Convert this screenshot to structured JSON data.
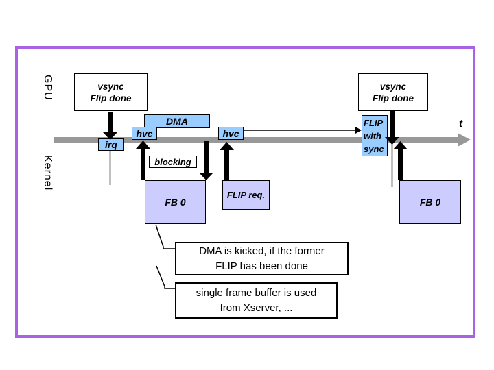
{
  "diagram": {
    "gpu_lane": "GPU",
    "kernel_lane": "Kernel",
    "time_label": "t",
    "vsync_left": "vsync\nFlip done",
    "vsync_right": "vsync\nFlip done",
    "irq": "irq",
    "dma": "DMA",
    "hvc_first": "hvc",
    "hvc_second": "hvc",
    "blocking": "blocking",
    "flip_with_sync": "FLIP\nwith\nsync",
    "fb0_left": "FB 0",
    "fb0_right": "FB 0",
    "flip_req": "FLIP req.",
    "callouts": {
      "dma_kicked": "DMA is kicked, if the former\nFLIP has been done",
      "single_fb": "single frame buffer is used\nfrom Xserver, ..."
    }
  },
  "colors": {
    "border": "#a962e3",
    "event_box": "#99ccff",
    "buffer_box": "#ccccff",
    "timeline": "#989898",
    "arrow": "#000000"
  }
}
